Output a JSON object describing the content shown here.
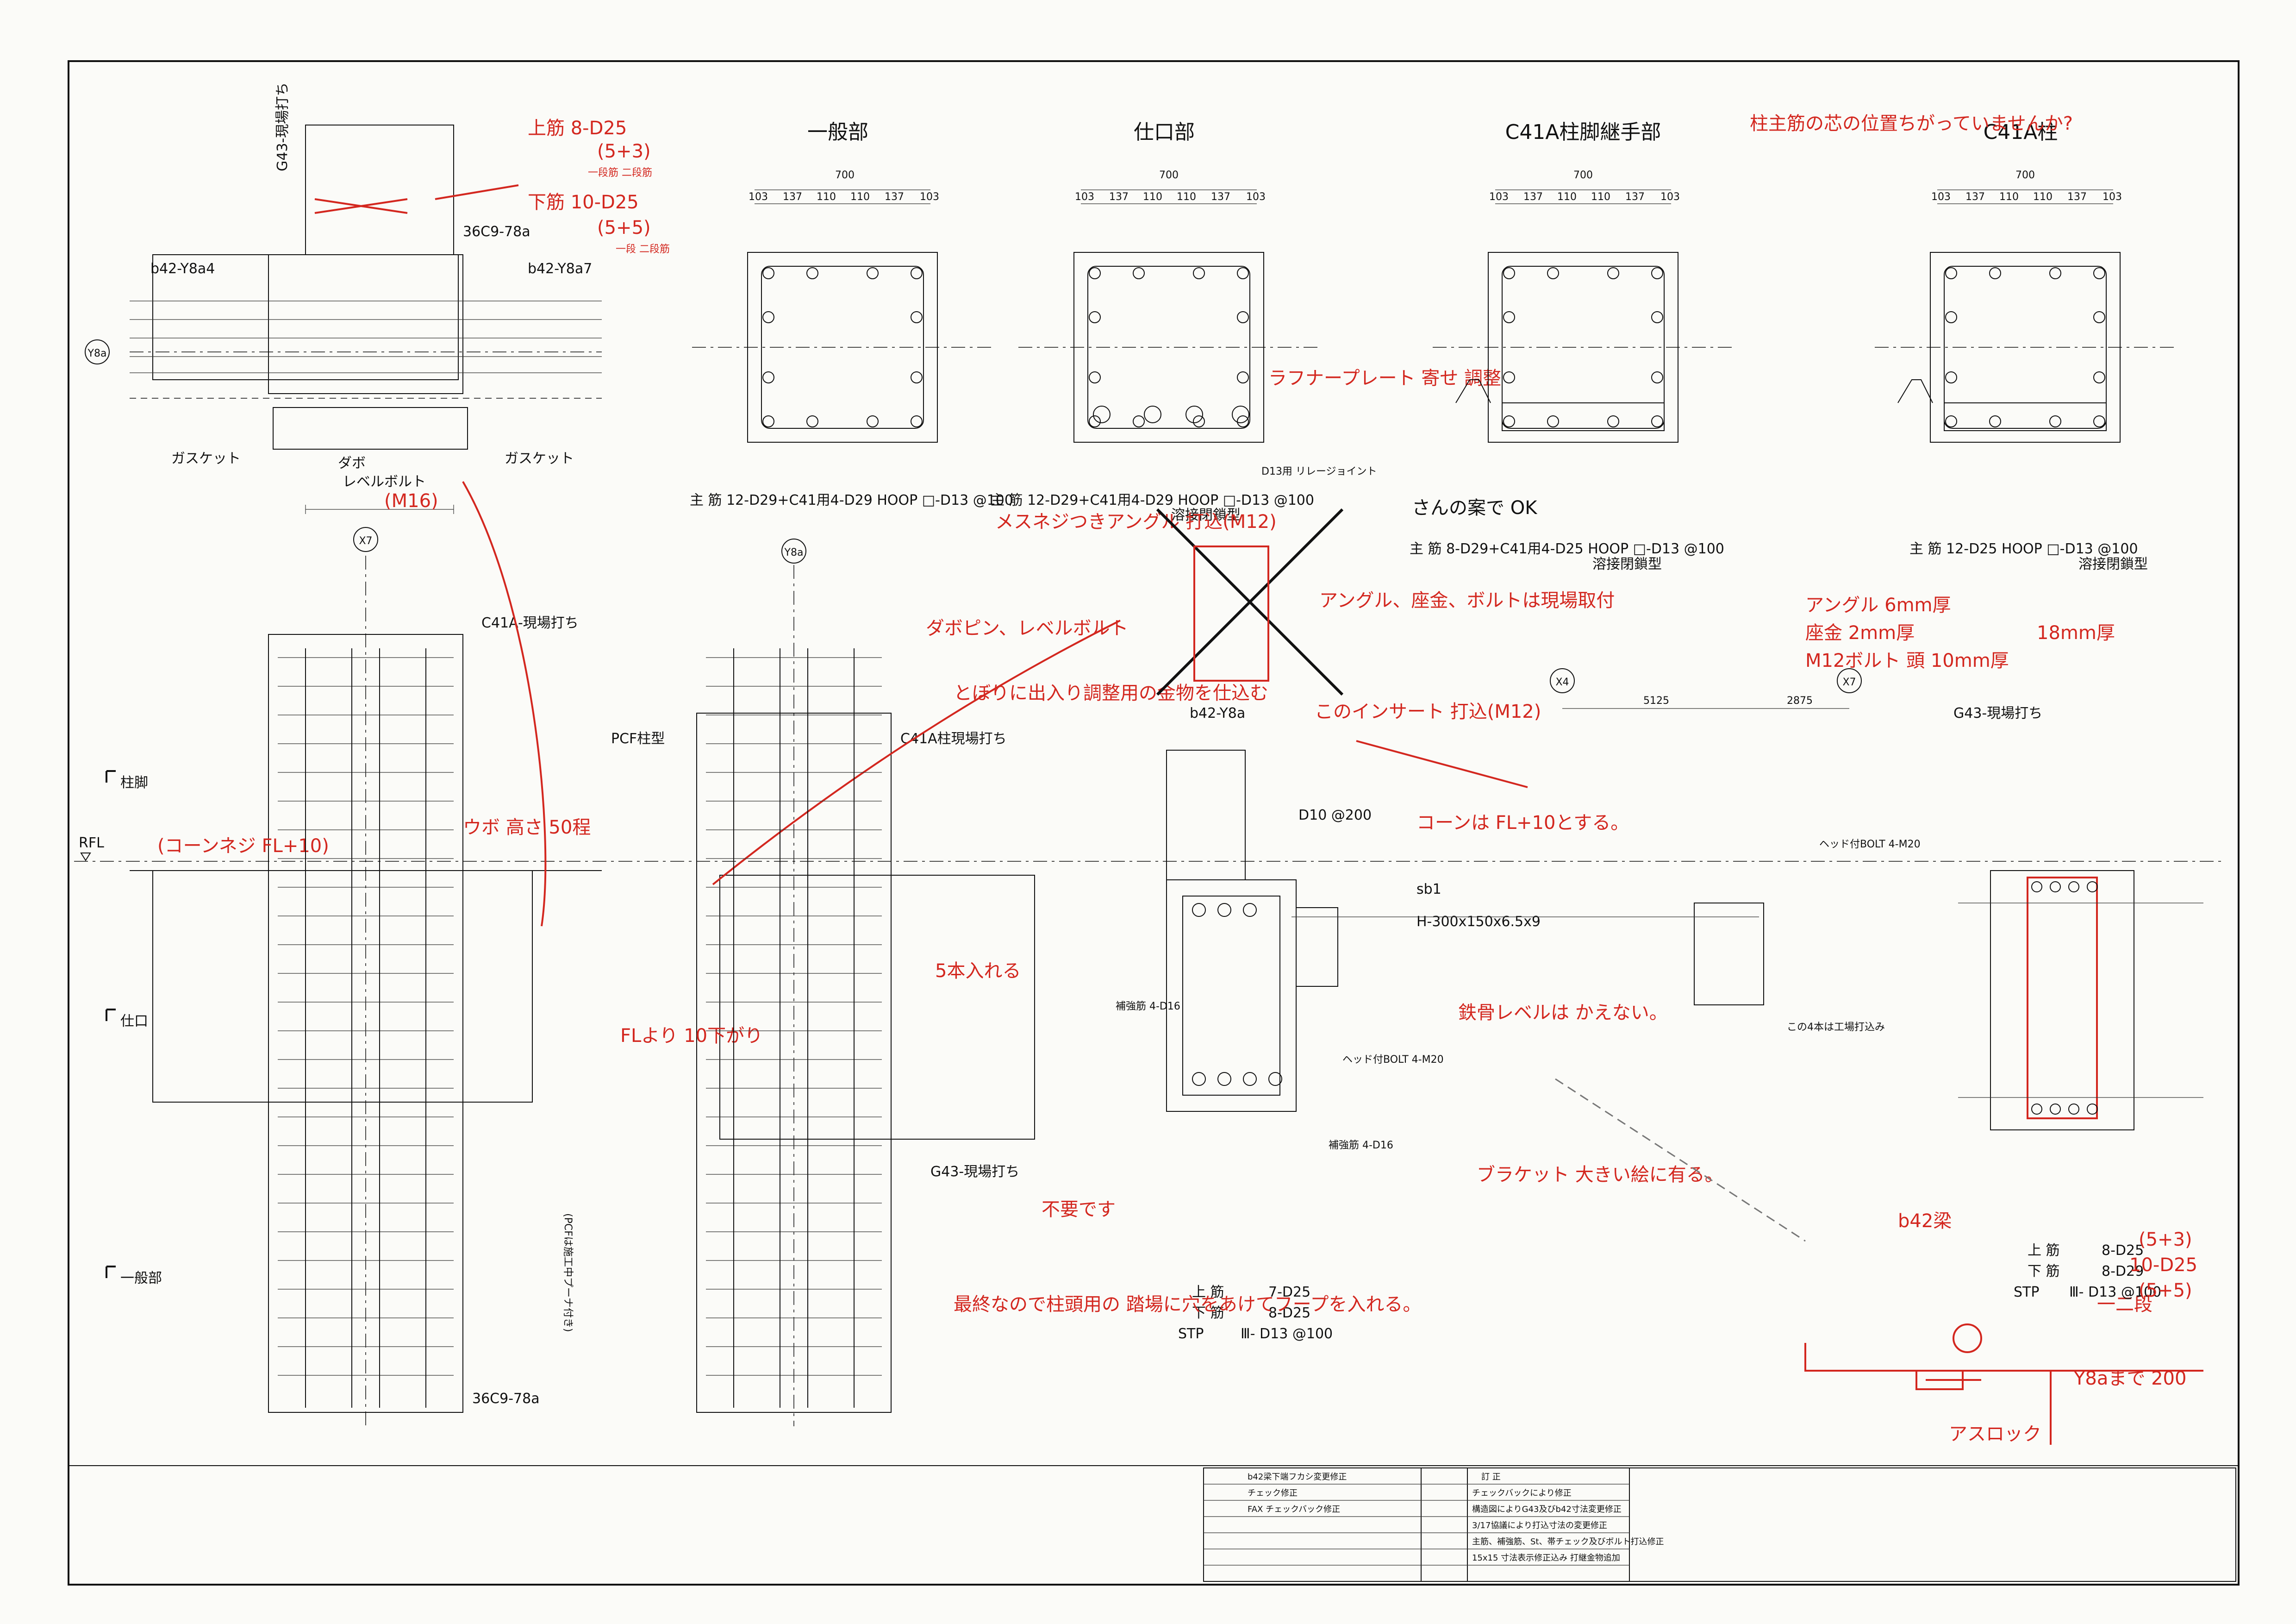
{
  "sections": [
    {
      "title": "一般部",
      "width": "700"
    },
    {
      "title": "仕口部",
      "width": "700"
    },
    {
      "title": "C41A柱脚継手部",
      "width": "700"
    },
    {
      "title": "C41A柱",
      "width": "700"
    }
  ],
  "col_dims": [
    "103",
    "137",
    "110",
    "110",
    "137",
    "103"
  ],
  "section_notes": [
    {
      "main": "主 筋 12-D29+C41用4-D29 HOOP □-D13 @100",
      "sub": ""
    },
    {
      "main": "主 筋 12-D29+C41用4-D29 HOOP □-D13 @100",
      "sub": "溶接閉鎖型"
    },
    {
      "main": "主 筋 8-D29+C41用4-D25 HOOP □-D13 @100",
      "sub": "溶接閉鎖型"
    },
    {
      "main": "主 筋 12-D25 HOOP □-D13 @100",
      "sub": "溶接閉鎖型"
    }
  ],
  "sub_note": "溶接閉鎖型",
  "labels": {
    "g43_top": "G43-現場打ち",
    "c36c9_top": "36C9-78a",
    "b42_left": "b42-Y8a4",
    "b42_right": "b42-Y8a7",
    "y8a": "Y8a",
    "x7": "X7",
    "x4": "X4",
    "gasket_l": "ガスケット",
    "gasket_r": "ガスケット",
    "dabo": "ダボ",
    "level_bolt": "レベルボルト",
    "c41a_field": "C41A-現場打ち",
    "pcf": "PCF柱型",
    "c41a_col_field": "C41A柱現場打ち",
    "hashira_kyaku": "柱脚",
    "shiguchi": "仕口",
    "ippanbu": "一般部",
    "rfl": "RFL",
    "c36c9_bottom": "36C9-78a",
    "g43_field": "G43-現場打ち",
    "b42_y8a": "b42-Y8a",
    "d10": "D10 @200",
    "hokyo1": "補強筋 4-D16",
    "hokyo2": "補強筋 4-D16",
    "head_bolt": "ヘッド付BOLT 4-M20",
    "head_bolt2": "ヘッド付BOLT 4-M20",
    "sb1": "sb1",
    "h_beam": "H-300x150x6.5x9",
    "factory": "この4本は工場打込み",
    "g43_field2": "G43-現場打ち",
    "d13_joint": "D13用 リレージョイント",
    "pcf_note": "(PCFは施工中プーナ付き)",
    "dim_5125": "5125",
    "dim_2875": "2875"
  },
  "rebar_schedule": [
    {
      "k": "上 筋",
      "v": "7-D25"
    },
    {
      "k": "下 筋",
      "v": "8-D25"
    },
    {
      "k": "STP",
      "v": "Ⅲ- D13 @100"
    }
  ],
  "rebar_schedule2": [
    {
      "k": "上 筋",
      "v": "8-D25"
    },
    {
      "k": "下 筋",
      "v": "8-D29"
    },
    {
      "k": "STP",
      "v": "Ⅲ- D13 @100"
    }
  ],
  "annotations": {
    "a1": "上筋 8-D25",
    "a2": "(5+3)",
    "a3": "一段筋 二段筋",
    "a4": "下筋 10-D25",
    "a5": "(5+5)",
    "a6": "一段 二段筋",
    "a7": "(M16)",
    "a8": "ダボピン、レベルボルト",
    "a9": "とぼりに出入り調整用の金物を仕込む",
    "a10": "メスネジつきアングル 打込(M12)",
    "a11": "ラフナープレート 寄せ 調整",
    "a12": "さんの案で OK",
    "a13": "アングル、座金、ボルトは現場取付",
    "a14": "このインサート 打込(M12)",
    "a15": "柱主筋の芯の位置ちがっていませんか?",
    "a16": "アングル 6mm厚",
    "a17": "座金 2mm厚",
    "a18": "M12ボルト 頭 10mm厚",
    "a19": "18mm厚",
    "a20": "コーンは FL+10とする。",
    "a21": "鉄骨レベルは かえない。",
    "a22": "ブラケット 大きい絵に有る。",
    "a23": "5本入れる",
    "a24": "最終なので柱頭用の 踏場に穴をあけてフープを入れる。",
    "a25": "不要です",
    "a26": "b42梁",
    "a27": "アスロック",
    "a28": "Y8aまで 200",
    "a29": "(コーンネジ FL+10)",
    "a30": "ウボ 高さ 50程",
    "a31": "FLより 10下がり",
    "a32": "一二段",
    "a33": "(5+3)",
    "a34": "(5+5)",
    "a35": "10-D25"
  },
  "title_block": {
    "r1": "b42梁下端フカシ変更修正",
    "r2": "チェック修正",
    "r3": "FAX チェックバック修正",
    "c1": "訂 正",
    "c2": "チェックバックにより修正",
    "c3": "構造図によりG43及びb42寸法変更修正",
    "c4": "3/17協議により打込寸法の変更修正",
    "c5": "主筋、補強筋、St、帯チェック及びボルト打込修正",
    "c6": "15x15 寸法表示修正込み 打継金物追加"
  },
  "colors": {
    "red": "#d3271f",
    "ink": "#111111",
    "paper": "#fbfbf8"
  }
}
